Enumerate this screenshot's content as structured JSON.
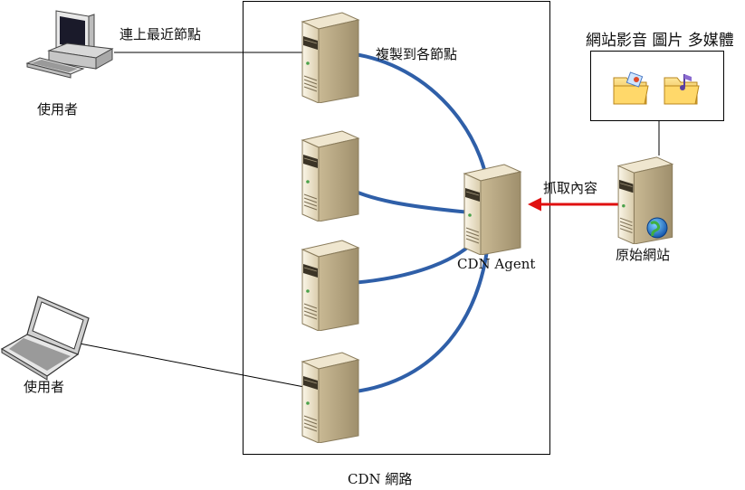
{
  "diagram": {
    "top_user_label": "使用者",
    "bottom_user_label": "使用者",
    "connect_nearest_label": "連上最近節點",
    "replicate_label": "複製到各節點",
    "agent_label": "CDN Agent",
    "fetch_label": "抓取內容",
    "origin_label": "原始網站",
    "media_label": "網站影音 圖片 多媒體",
    "network_label": "CDN 網路"
  },
  "colors": {
    "arrow_blue": "#2f5fa8",
    "arrow_red": "#e01010",
    "server_body": "#e6dcc2",
    "server_dark": "#6b5f47",
    "box_stroke": "#000000"
  },
  "icons": [
    "desktop-computer-icon",
    "laptop-icon",
    "server-icon",
    "folder-icon",
    "globe-icon"
  ]
}
